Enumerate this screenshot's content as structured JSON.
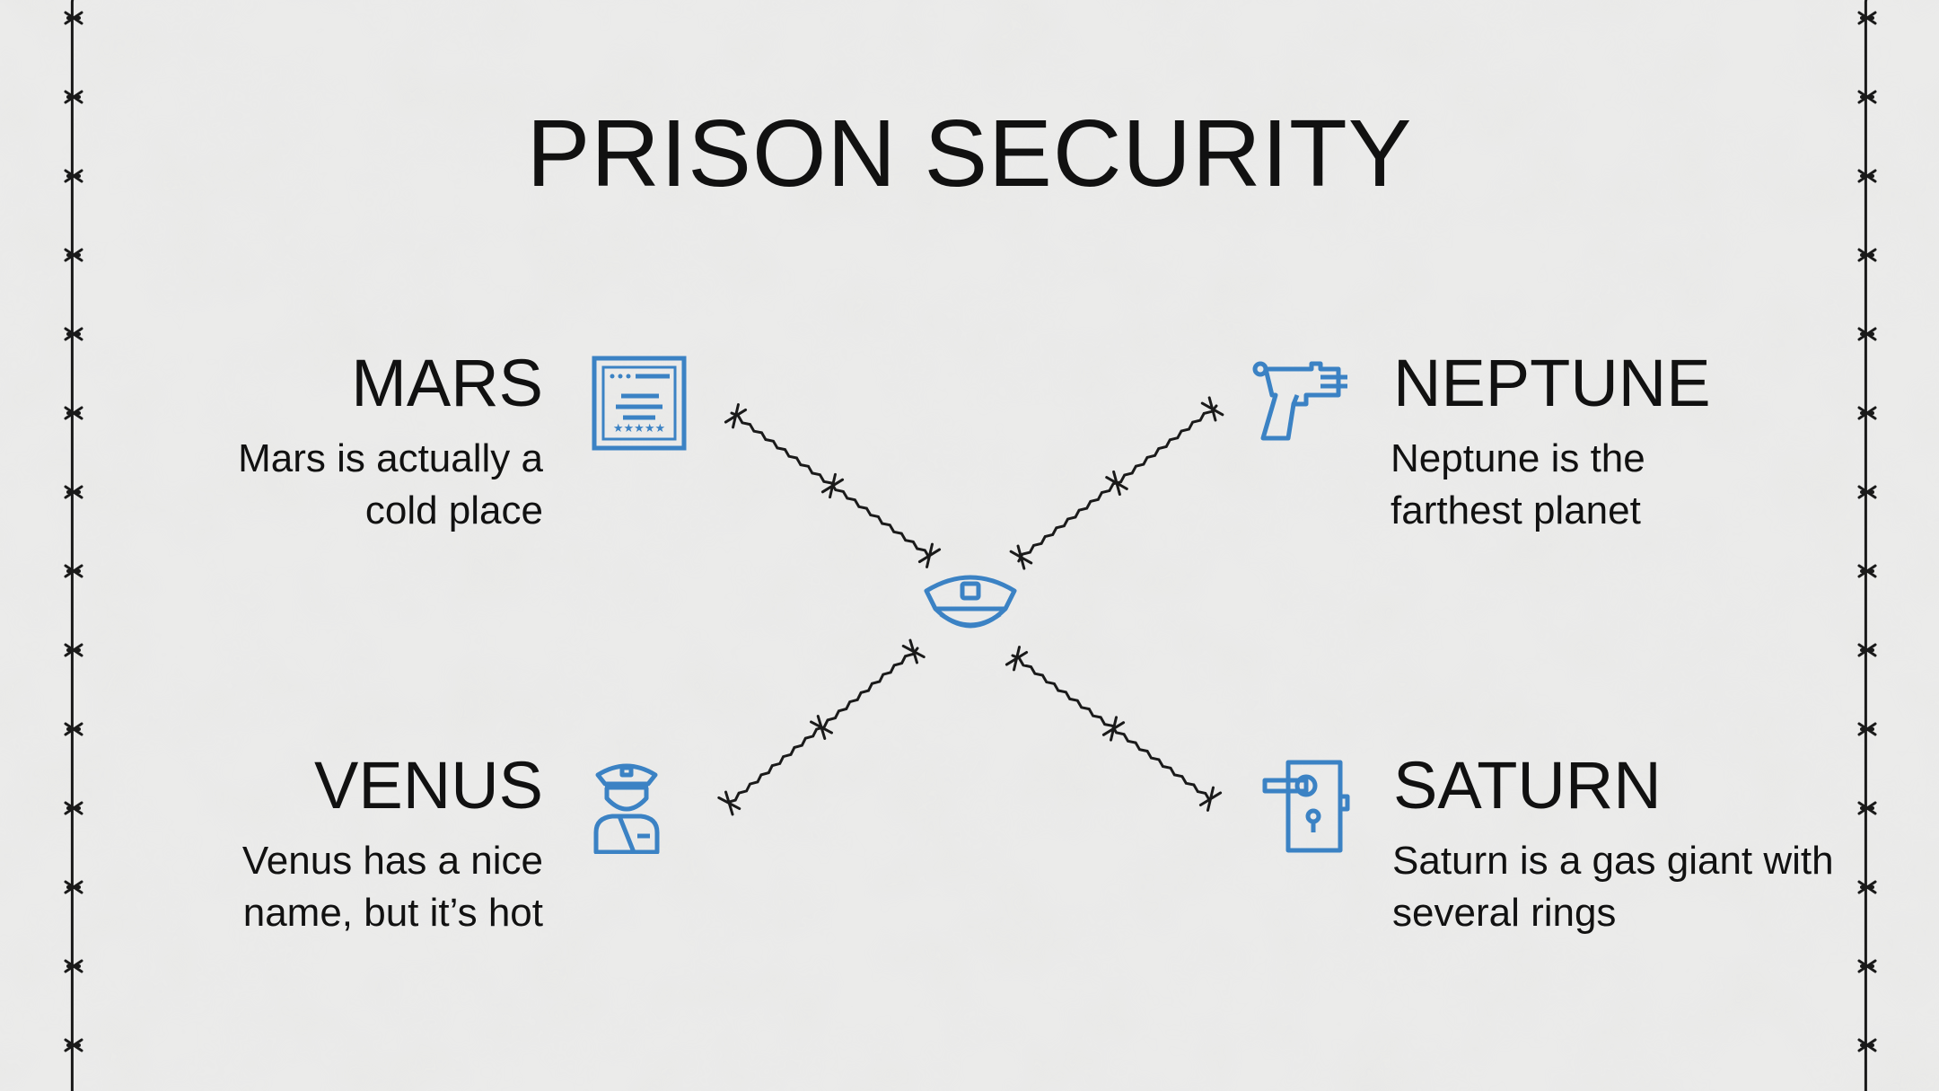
{
  "slide": {
    "title": "PRISON SECURITY"
  },
  "items": {
    "mars": {
      "title": "MARS",
      "description": "Mars is actually a cold place",
      "icon": "document-icon"
    },
    "neptune": {
      "title": "NEPTUNE",
      "description": "Neptune is the farthest planet",
      "icon": "pistol-icon"
    },
    "venus": {
      "title": "VENUS",
      "description": "Venus has a nice name, but it’s hot",
      "icon": "prison-guard-icon"
    },
    "saturn": {
      "title": "SATURN",
      "description": "Saturn is a gas giant with several rings",
      "icon": "door-lock-icon"
    }
  },
  "center": {
    "icon": "police-cap-icon"
  },
  "colors": {
    "icon_blue": "#3b82c4",
    "text": "#111111",
    "background": "#e9e9e8",
    "wire": "#1a1a1a"
  }
}
